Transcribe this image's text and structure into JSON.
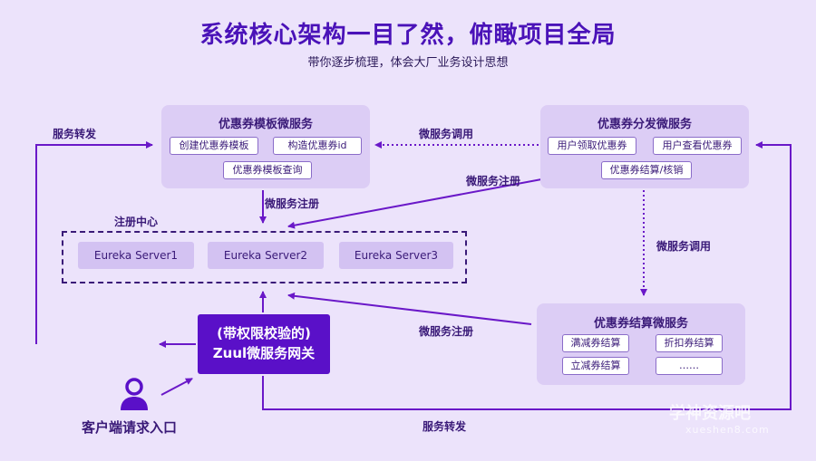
{
  "title": "系统核心架构一目了然，俯瞰项目全局",
  "subtitle": "带你逐步梳理，体会大厂业务设计思想",
  "template_service": {
    "title": "优惠券模板微服务",
    "items": [
      "创建优惠券模板",
      "构造优惠券id",
      "优惠券模板查询"
    ]
  },
  "distribution_service": {
    "title": "优惠券分发微服务",
    "items": [
      "用户领取优惠券",
      "用户查看优惠券",
      "优惠券结算/核销"
    ]
  },
  "settlement_service": {
    "title": "优惠券结算微服务",
    "items": [
      "满减券结算",
      "折扣券结算",
      "立减券结算",
      "……"
    ]
  },
  "registry": {
    "label": "注册中心",
    "servers": [
      "Eureka Server1",
      "Eureka Server2",
      "Eureka Server3"
    ]
  },
  "gateway": {
    "line1": "(带权限校验的)",
    "line2": "Zuul微服务网关"
  },
  "client": {
    "label": "客户端请求入口",
    "icon": "user-icon"
  },
  "edge_labels": {
    "forward_top": "服务转发",
    "forward_bottom": "服务转发",
    "call_horizontal": "微服务调用",
    "register_distribution": "微服务注册",
    "register_template": "微服务注册",
    "call_vertical": "微服务调用",
    "register_settlement": "微服务注册"
  },
  "watermark": {
    "main": "学神资源吧",
    "sub": "xueshen8.com"
  },
  "colors": {
    "background": "#ece3fb",
    "accent": "#5a10c8",
    "panel": "#dccdf5",
    "arrow": "#6a18c8"
  }
}
